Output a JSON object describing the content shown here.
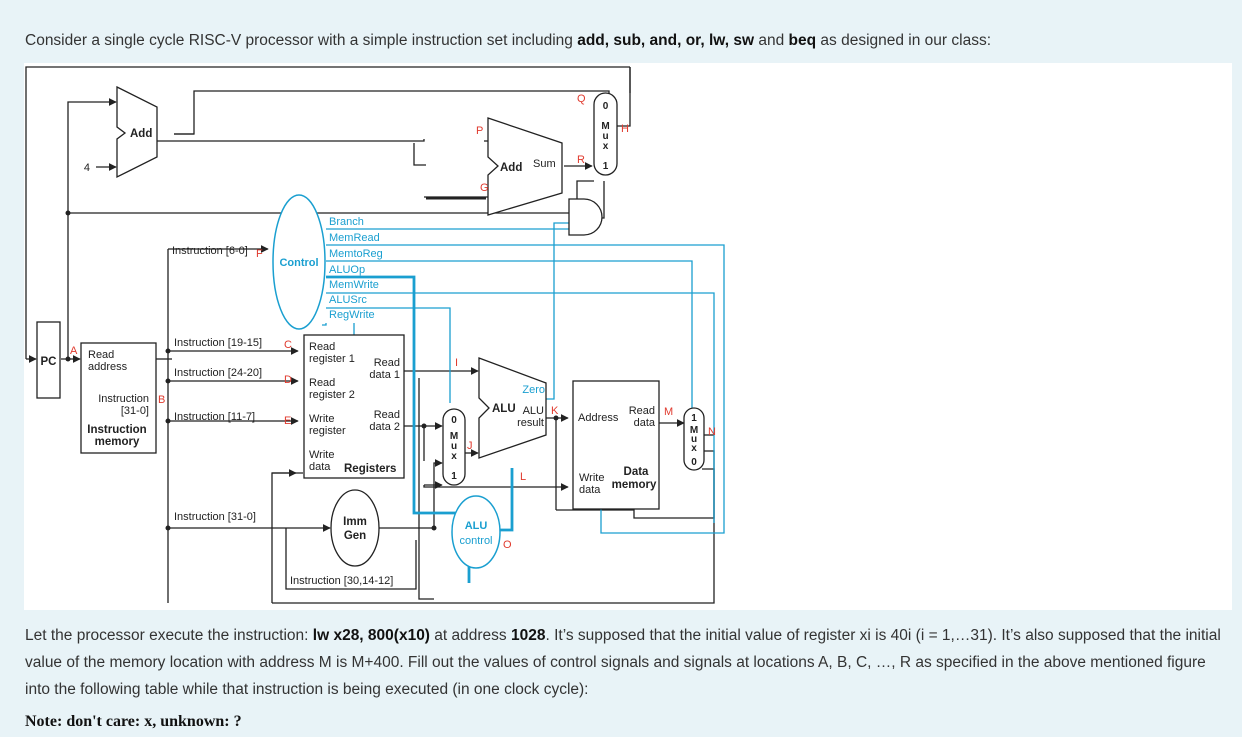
{
  "intro": {
    "text1": "Consider a single cycle RISC-V processor with a simple instruction set including ",
    "b1": "add, sub, and, or, lw, sw",
    "text2": " and ",
    "b2": "beq",
    "text3": " as designed in our class:"
  },
  "figure": {
    "blocks": {
      "pc": "PC",
      "add": "Add",
      "add_sum_add": "Add",
      "add_sum_sum": "Sum",
      "four": "4",
      "control": "Control",
      "imem_read": "Read",
      "imem_address": "address",
      "imem_instruction": "Instruction",
      "imem_range": "[31-0]",
      "imem_title1": "Instruction",
      "imem_title2": "memory",
      "reg_read_reg1a": "Read",
      "reg_read_reg1b": "register 1",
      "reg_read_reg2a": "Read",
      "reg_read_reg2b": "register 2",
      "reg_write_rega": "Write",
      "reg_write_regb": "register",
      "reg_write_dataa": "Write",
      "reg_write_datab": "data",
      "reg_read_data1a": "Read",
      "reg_read_data1b": "data 1",
      "reg_read_data2a": "Read",
      "reg_read_data2b": "data 2",
      "reg_title": "Registers",
      "alu": "ALU",
      "alu_zero": "Zero",
      "alu_result_a": "ALU",
      "alu_result_b": "result",
      "dmem_address": "Address",
      "dmem_read_a": "Read",
      "dmem_read_b": "data",
      "dmem_write_a": "Write",
      "dmem_write_b": "data",
      "dmem_title_a": "Data",
      "dmem_title_b": "memory",
      "imm_a": "Imm",
      "imm_b": "Gen",
      "aluctl_a": "ALU",
      "aluctl_b": "control",
      "mux_m": "M",
      "mux_u": "u",
      "mux_x": "x",
      "mux_0": "0",
      "mux_1": "1"
    },
    "control_signals": [
      "Branch",
      "MemRead",
      "MemtoReg",
      "ALUOp",
      "MemWrite",
      "ALUSrc",
      "RegWrite"
    ],
    "instruction_labels": {
      "i6_0": "Instruction [6-0]",
      "i19_15": "Instruction [19-15]",
      "i24_20": "Instruction [24-20]",
      "i11_7": "Instruction [11-7]",
      "i31_0": "Instruction [31-0]",
      "i30_14_12": "Instruction [30,14-12]"
    },
    "point_labels": [
      "A",
      "B",
      "C",
      "D",
      "E",
      "F",
      "G",
      "H",
      "I",
      "J",
      "K",
      "L",
      "M",
      "N",
      "O",
      "P",
      "Q",
      "R"
    ],
    "colors": {
      "control_blue": "#1a9fd0",
      "label_red": "#e03a2e",
      "wire": "#222222"
    }
  },
  "body": {
    "t1": "Let the processor execute the instruction: ",
    "b1": "lw x28, 800(x10)",
    "t2": " at address ",
    "b2": "1028",
    "t3": ". It’s supposed that the initial value of register xi is 40i (i = 1,…31). It’s also supposed that the initial value of the memory location with address M is M+400. Fill out the values of control signals and signals at locations A, B, C, …, R as specified in the above mentioned figure into the following table while that instruction is being executed (in one clock cycle):"
  },
  "note": "Note: don't care: x, unknown: ?"
}
